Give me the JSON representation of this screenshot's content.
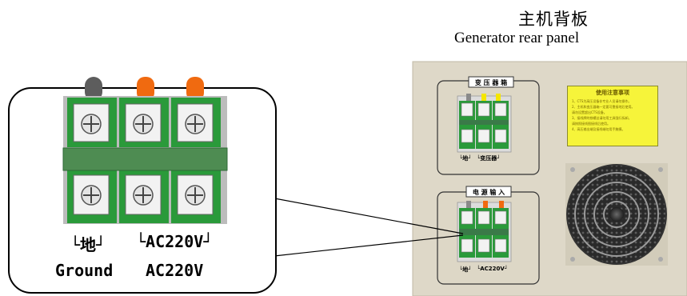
{
  "panel": {
    "title_zh": "主机背板",
    "title_en": "Generator rear panel"
  },
  "transformer_box": {
    "heading": "变 压 器 箱",
    "labels": {
      "ground": "└地┘",
      "transformer": "└变压器┘"
    }
  },
  "power_box": {
    "heading": "电 源 输 入",
    "labels": {
      "ground": "└地┘",
      "ac": "└AC220V┘"
    }
  },
  "notice": {
    "title": "使用注意事项",
    "lines": [
      "1、CTS为高压设备非专业人员请勿操作。",
      "2、主机和变压器箱一定要可靠接地后使用。",
      "   请勿设置超出CTS设备。",
      "3、接线牌的铁螺丝请勿用工具强行拆卸。",
      "   请按照接线图接线后使用。",
      "4、高压输出端及接线端勿用手触摸。"
    ]
  },
  "callout": {
    "ground_label": "└地┘",
    "ac_label": "└AC220V┘",
    "ground_text": "Ground",
    "ac_text": "AC220V"
  },
  "colors": {
    "panel_bg": "#ded8c8",
    "terminal_green": "#2a9a3a",
    "terminal_white": "#f2f2f2",
    "wire_gray": "#6b6b6b",
    "wire_orange": "#f06a10",
    "wire_yellow": "#f5e600",
    "notice_yellow": "#f6f43a"
  }
}
